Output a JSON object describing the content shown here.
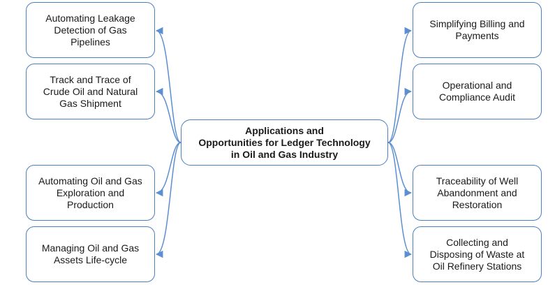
{
  "center": {
    "lines": [
      "Applications and",
      "Opportunities for Ledger Technology",
      "in Oil and Gas Industry"
    ]
  },
  "left_nodes": [
    {
      "lines": [
        "Automating Leakage",
        "Detection of Gas",
        "Pipelines"
      ]
    },
    {
      "lines": [
        "Track and Trace of",
        "Crude Oil and Natural",
        "Gas Shipment"
      ]
    },
    {
      "lines": [
        "Automating Oil and Gas",
        "Exploration and",
        "Production"
      ]
    },
    {
      "lines": [
        "Managing Oil and Gas",
        "Assets Life-cycle"
      ]
    }
  ],
  "right_nodes": [
    {
      "lines": [
        "Simplifying Billing and",
        "Payments"
      ]
    },
    {
      "lines": [
        "Operational and",
        "Compliance Audit"
      ]
    },
    {
      "lines": [
        "Traceability of Well",
        "Abandonment and",
        "Restoration"
      ]
    },
    {
      "lines": [
        "Collecting and",
        "Disposing of Waste at",
        "Oil Refinery Stations"
      ]
    }
  ],
  "colors": {
    "border": "#4a7fc0",
    "connector": "#5b8fd0",
    "text": "#1a1a1a"
  }
}
